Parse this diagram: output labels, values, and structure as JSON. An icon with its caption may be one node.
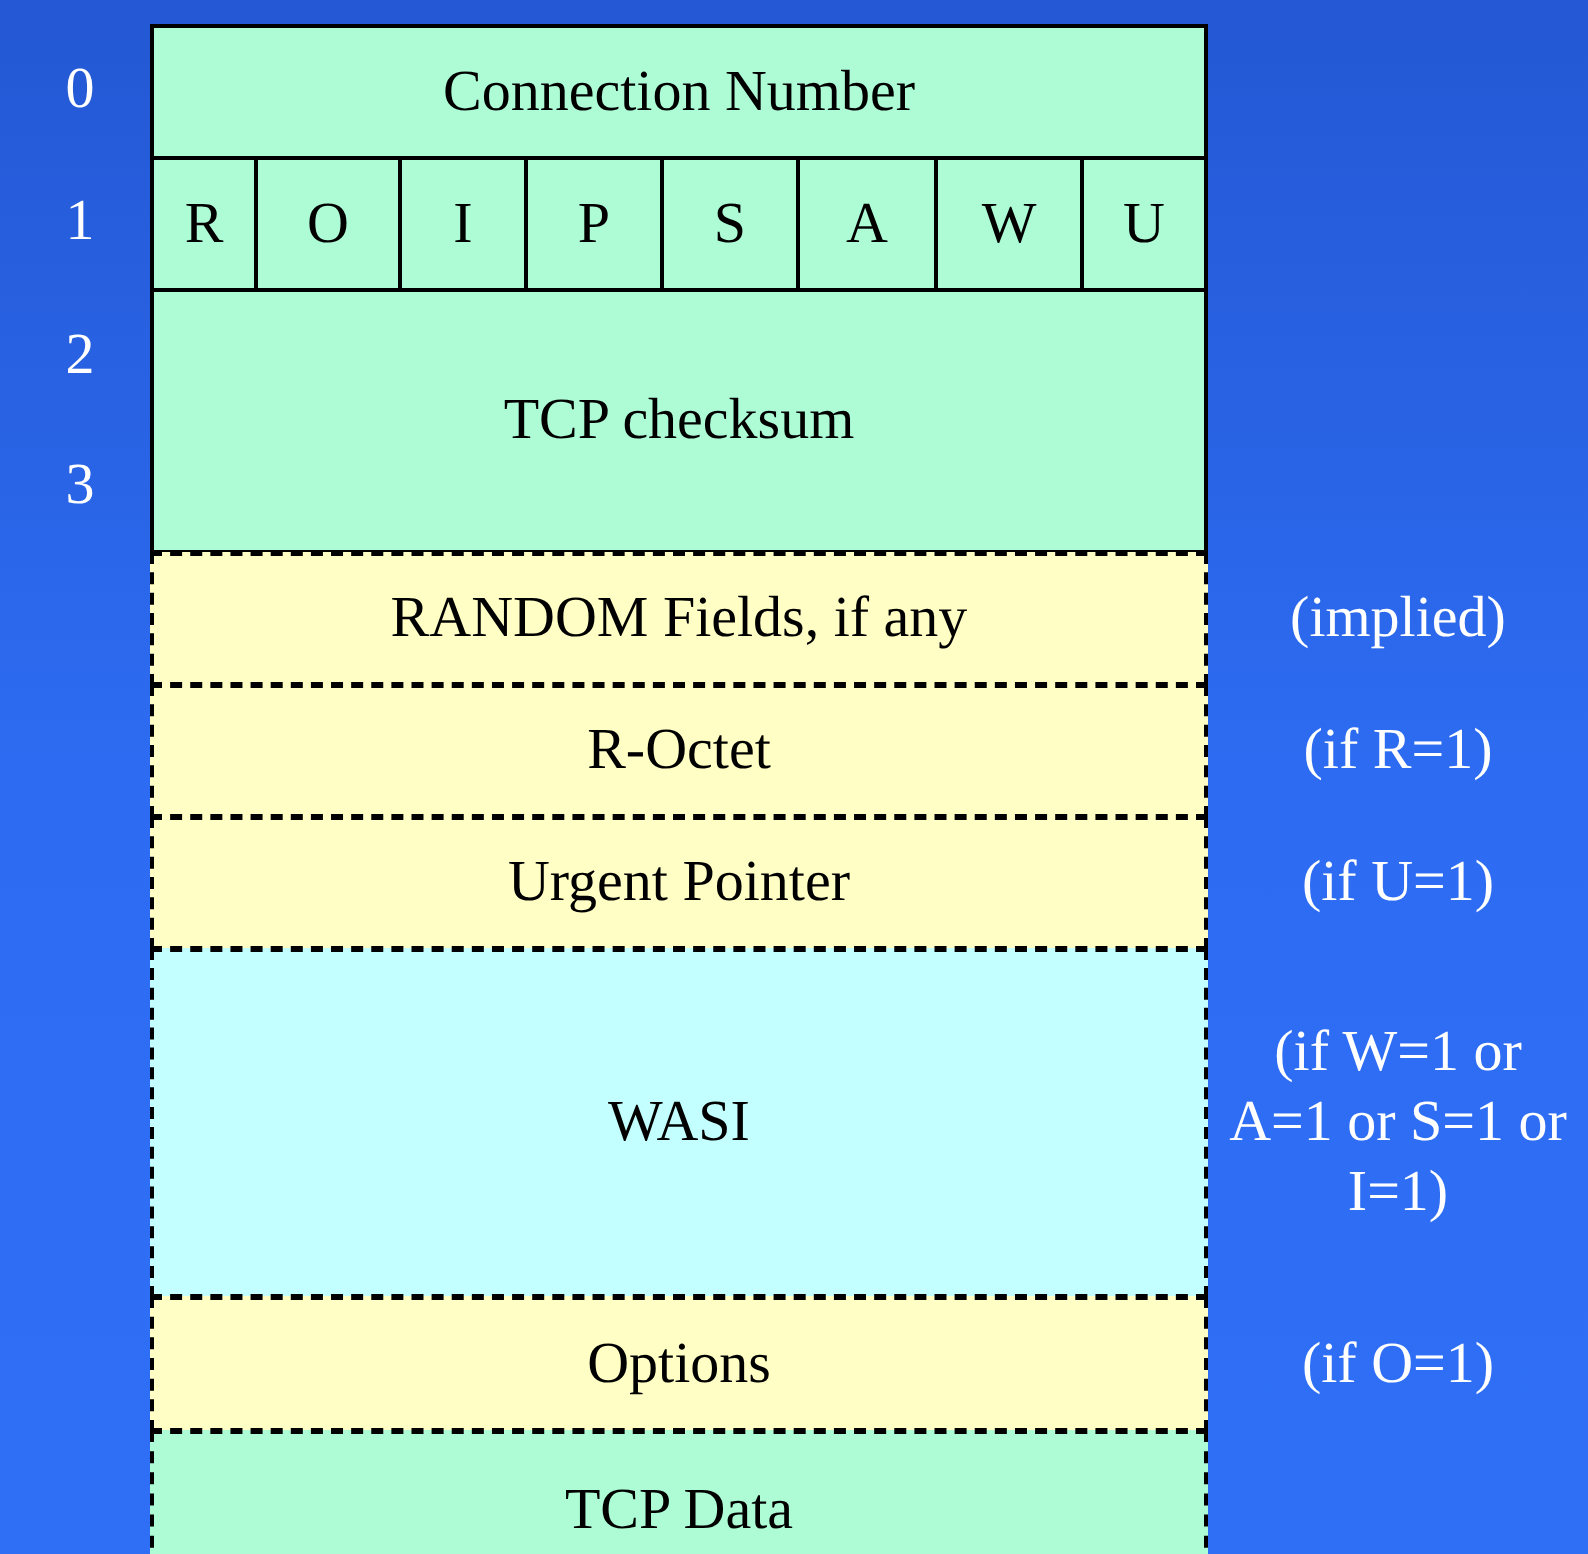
{
  "diagram": {
    "nodes": [
      {
        "text": [
          "Connection Number"
        ]
      },
      {
        "text": [
          "R"
        ]
      },
      {
        "text": [
          "O"
        ]
      },
      {
        "text": [
          "I"
        ]
      },
      {
        "text": [
          "P"
        ]
      },
      {
        "text": [
          "S"
        ]
      },
      {
        "text": [
          "A"
        ]
      },
      {
        "text": [
          "W"
        ]
      },
      {
        "text": [
          "U"
        ]
      },
      {
        "text": [
          "TCP checksum"
        ]
      },
      {
        "text": [
          "RANDOM Fields, if any"
        ],
        "beside": [
          "(implied)"
        ]
      },
      {
        "text": [
          "R-Octet"
        ],
        "beside": [
          "(if R=1)"
        ]
      },
      {
        "text": [
          "Urgent Pointer"
        ],
        "beside": [
          "(if U=1)"
        ]
      },
      {
        "text": [
          "WASI"
        ],
        "beside": [
          "(if W=1 or A=1 or S=1 or I=1)"
        ]
      },
      {
        "text": [
          "Options"
        ],
        "beside": [
          "(if O=1)"
        ]
      },
      {
        "text": [
          "TCP Data"
        ]
      }
    ],
    "labels": [
      "0",
      "1",
      "2",
      "3"
    ]
  }
}
